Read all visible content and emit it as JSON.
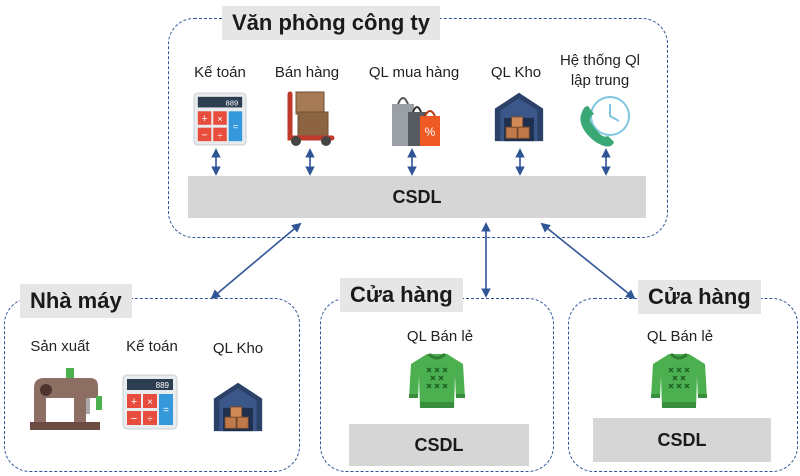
{
  "office": {
    "title": "Văn phòng công ty",
    "modules": [
      {
        "label": "Kế toán",
        "icon": "calculator-icon"
      },
      {
        "label": "Bán hàng",
        "icon": "hand-truck-icon"
      },
      {
        "label": "QL mua hàng",
        "icon": "shopping-bags-icon"
      },
      {
        "label": "QL Kho",
        "icon": "warehouse-icon"
      },
      {
        "label_line1": "Hệ thống Ql",
        "label_line2": "lập trung",
        "icon": "phone-clock-icon"
      }
    ],
    "db_label": "CSDL"
  },
  "factory": {
    "title": "Nhà máy",
    "modules": [
      {
        "label": "Sản xuất",
        "icon": "sewing-machine-icon"
      },
      {
        "label": "Kế toán",
        "icon": "calculator-icon"
      },
      {
        "label": "QL Kho",
        "icon": "warehouse-icon"
      }
    ]
  },
  "store1": {
    "title": "Cửa hàng",
    "module": {
      "label": "QL Bán lẻ",
      "icon": "sweater-icon"
    },
    "db_label": "CSDL"
  },
  "store2": {
    "title": "Cửa hàng",
    "module": {
      "label": "QL Bán lẻ",
      "icon": "sweater-icon"
    },
    "db_label": "CSDL"
  },
  "calculator_display": "889",
  "colors": {
    "border": "#2f5597",
    "arrow": "#2f5597",
    "db": "#d6d6d6",
    "title_bg": "#e6e6e6"
  }
}
